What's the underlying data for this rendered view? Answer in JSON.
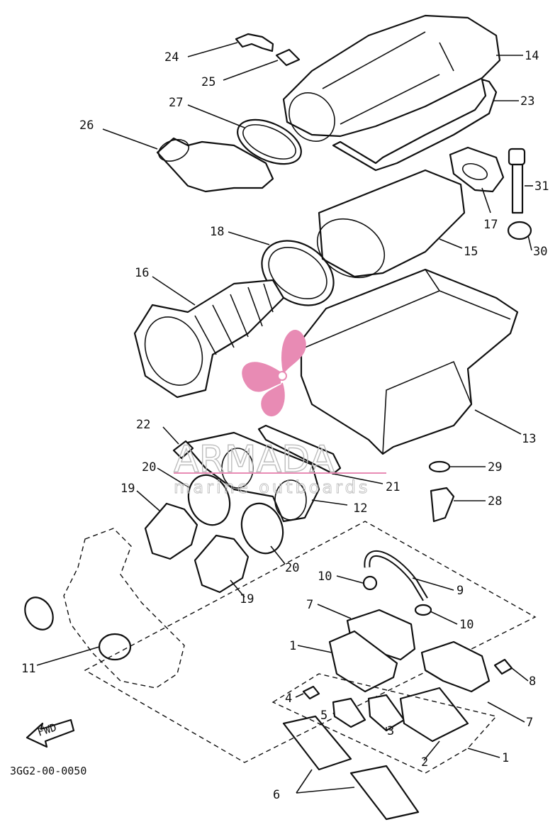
{
  "diagram": {
    "drawing_code": "3GG2-00-0050",
    "fwd_label": "FWD",
    "callouts": [
      {
        "id": "c24",
        "text": "24"
      },
      {
        "id": "c25",
        "text": "25"
      },
      {
        "id": "c14",
        "text": "14"
      },
      {
        "id": "c23",
        "text": "23"
      },
      {
        "id": "c27",
        "text": "27"
      },
      {
        "id": "c26",
        "text": "26"
      },
      {
        "id": "c31",
        "text": "31"
      },
      {
        "id": "c17",
        "text": "17"
      },
      {
        "id": "c18",
        "text": "18"
      },
      {
        "id": "c15",
        "text": "15"
      },
      {
        "id": "c30",
        "text": "30"
      },
      {
        "id": "c16",
        "text": "16"
      },
      {
        "id": "c13",
        "text": "13"
      },
      {
        "id": "c22",
        "text": "22"
      },
      {
        "id": "c20a",
        "text": "20"
      },
      {
        "id": "c29",
        "text": "29"
      },
      {
        "id": "c21",
        "text": "21"
      },
      {
        "id": "c19a",
        "text": "19"
      },
      {
        "id": "c12",
        "text": "12"
      },
      {
        "id": "c28",
        "text": "28"
      },
      {
        "id": "c20b",
        "text": "20"
      },
      {
        "id": "c10a",
        "text": "10"
      },
      {
        "id": "c9",
        "text": "9"
      },
      {
        "id": "c19b",
        "text": "19"
      },
      {
        "id": "c7a",
        "text": "7"
      },
      {
        "id": "c10b",
        "text": "10"
      },
      {
        "id": "c1a",
        "text": "1"
      },
      {
        "id": "c11",
        "text": "11"
      },
      {
        "id": "c8",
        "text": "8"
      },
      {
        "id": "c4",
        "text": "4"
      },
      {
        "id": "c5",
        "text": "5"
      },
      {
        "id": "c7b",
        "text": "7"
      },
      {
        "id": "c3",
        "text": "3"
      },
      {
        "id": "c2",
        "text": "2"
      },
      {
        "id": "c1b",
        "text": "1"
      },
      {
        "id": "c6",
        "text": "6"
      }
    ]
  },
  "watermark": {
    "brand": "ARMADA",
    "tagline": "marine outboards",
    "logo_color": "#e88bb4",
    "text_color": "#ffffff"
  }
}
